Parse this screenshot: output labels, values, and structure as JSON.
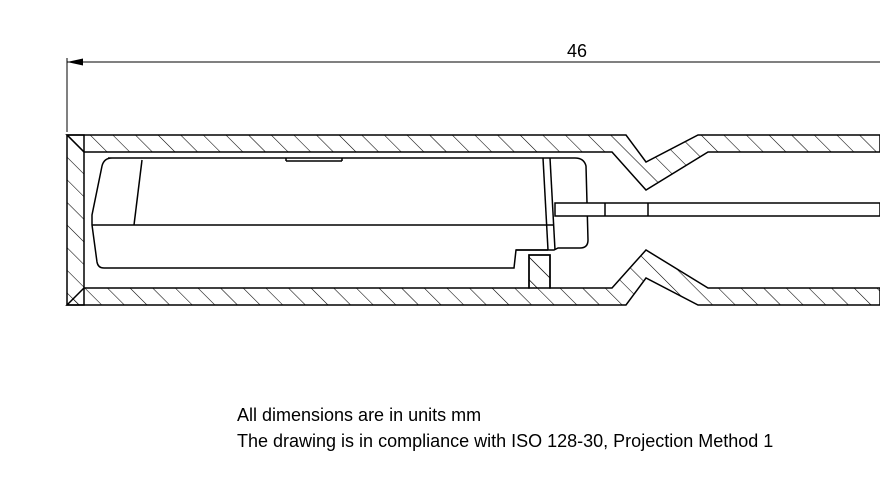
{
  "dimension": {
    "value": "46"
  },
  "notes": {
    "line1": "All dimensions are in units mm",
    "line2": "The drawing is in compliance with ISO 128-30, Projection Method 1"
  }
}
